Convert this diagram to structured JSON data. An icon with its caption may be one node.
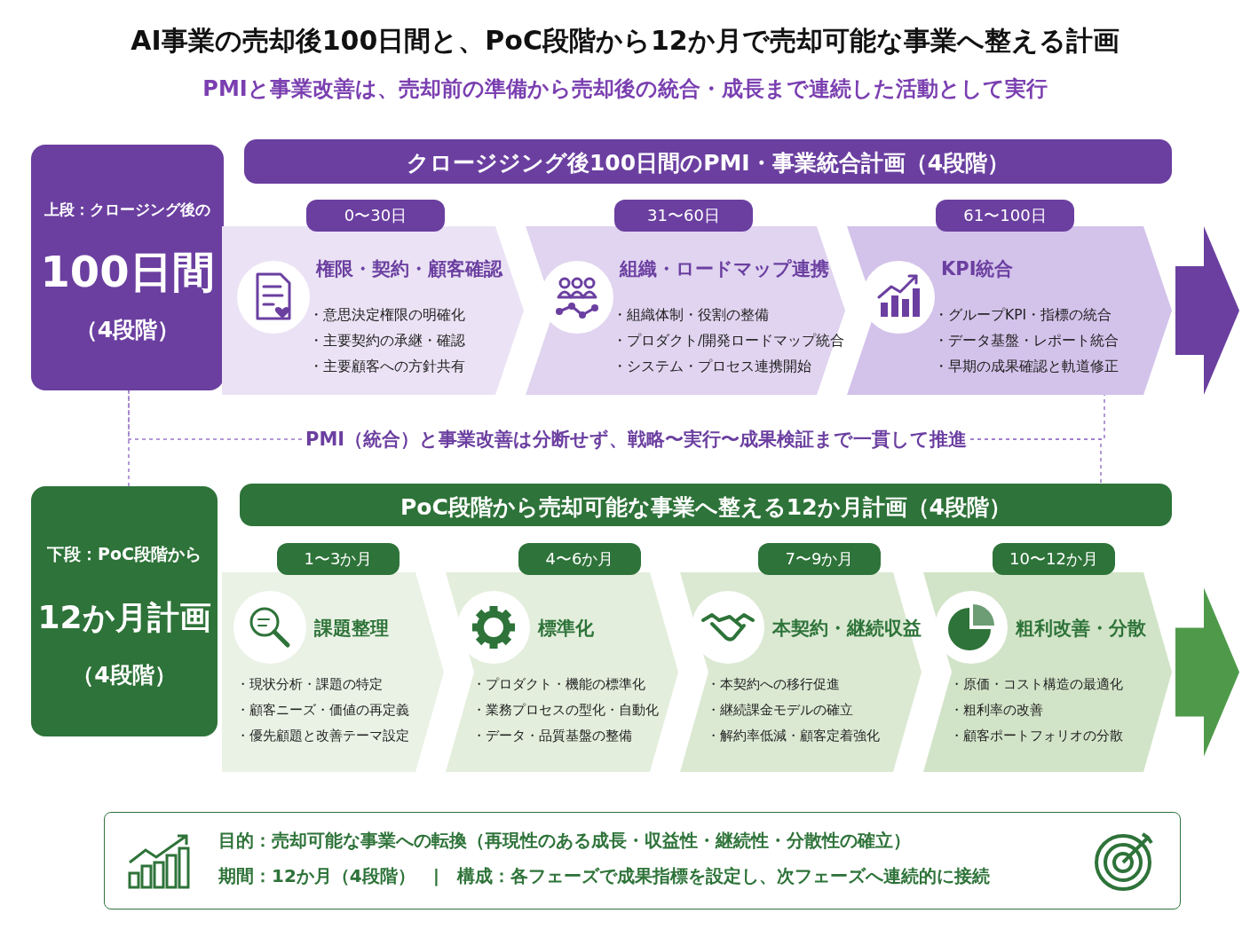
{
  "diagram": {
    "title": "AI事業の売却後100日間と、PoC段階から12か月で売却可能な事業へ整える計画",
    "nodes": [
      {
        "text": [
          "上段：クロージング後の",
          "100日間",
          "（4段階）"
        ]
      },
      {
        "text": [
          "クロージジング後100日間のPMI・事業統合計画（4段階）"
        ]
      },
      {
        "text": [
          "0〜30日",
          "権限・契約・顧客確認",
          "・意思決定権限の明確化",
          "・主要契約の承継・確認",
          "・主要顧客への方針共有"
        ]
      },
      {
        "text": [
          "31〜60日",
          "組織・ロードマップ連携",
          "・組織体制・役割の整備",
          "・プロダクト/開発ロードマップ統合",
          "・システム・プロセス連携開始"
        ]
      },
      {
        "text": [
          "61〜100日",
          "KPI統合",
          "・グループKPI・指標の統合",
          "・データ基盤・レポート統合",
          "・早期の成果確認と軌道修正"
        ]
      },
      {
        "text": [
          "PMI（統合）と事業改善は分断せず、戦略〜実行〜成果検証まで一貫して推進"
        ]
      },
      {
        "text": [
          "下段：PoC段階から",
          "12か月計画",
          "（4段階）"
        ]
      },
      {
        "text": [
          "PoC段階から売却可能な事業へ整える12か月計画（4段階）"
        ]
      },
      {
        "text": [
          "1〜3か月",
          "課題整理",
          "・現状分析・課題の特定",
          "・顧客ニーズ・価値の再定義",
          "・優先顧題と改善テーマ設定"
        ]
      },
      {
        "text": [
          "4〜6か月",
          "標準化",
          "・プロダクト・機能の標準化",
          "・業務プロセスの型化・自動化",
          "・データ・品質基盤の整備"
        ]
      },
      {
        "text": [
          "7〜9か月",
          "本契約・継続収益",
          "・本契約への移行促進",
          "・継続課金モデルの確立",
          "・解約率低減・顧客定着強化"
        ]
      },
      {
        "text": [
          "10〜12か月",
          "粗利改善・分散",
          "・原価・コスト構造の最適化",
          "・粗利率の改善",
          "・顧客ポートフォリオの分散"
        ]
      },
      {
        "text": [
          "目的：売却可能な事業への転換（再現性のある成長・収益性・継続性・分散性の確立）",
          "期間：12か月（4段階）　|　構成：各フェーズで成果指標を設定し、次フェーズへ連続的に接続"
        ]
      }
    ],
    "edges": [
      {
        "from": 0,
        "to": 6,
        "arrow": "none",
        "style": "dashed"
      },
      {
        "from": 5,
        "to": 0,
        "arrow": "none",
        "style": "dashed"
      },
      {
        "from": 5,
        "to": 4,
        "arrow": "none",
        "style": "dashed"
      },
      {
        "from": 5,
        "to": 7,
        "arrow": "none",
        "style": "dashed"
      }
    ],
    "labels": [
      "PMIと事業改善は、売却前の準備から売却後の統合・成長まで連続した活動として実行"
    ]
  }
}
